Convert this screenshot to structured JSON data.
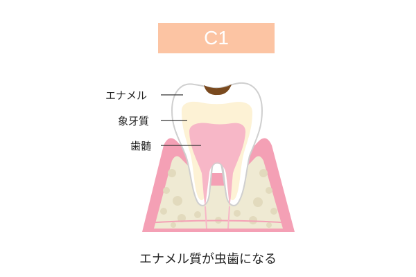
{
  "title": "C1",
  "labels": {
    "enamel": "エナメル",
    "dentin": "象牙質",
    "pulp": "歯髄"
  },
  "caption": "エナメル質が虫歯になる",
  "colors": {
    "title_bg": "#fcc4a3",
    "gum": "#f4a0b5",
    "bone": "#efead3",
    "enamel": "#ffffff",
    "dentin": "#fdf2d5",
    "pulp": "#f7b7c7",
    "cavity": "#7a4a1f"
  }
}
